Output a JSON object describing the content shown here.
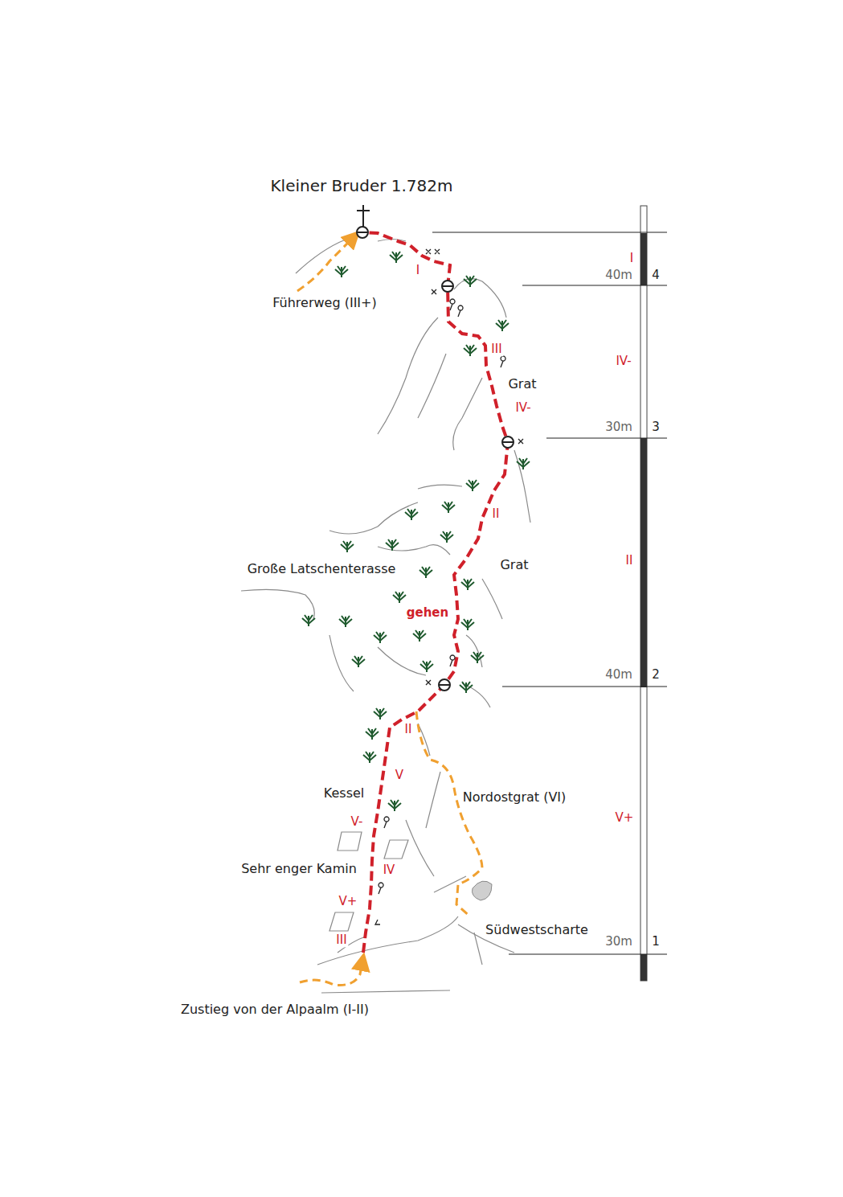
{
  "diagram": {
    "title": "Kleiner Bruder 1.782m",
    "labels": [
      "Führerweg (III+)",
      "I",
      "III",
      "Grat",
      "IV-",
      "II",
      "Grat",
      "Große Latschenterasse",
      "gehen",
      "II",
      "V",
      "Kessel",
      "Nordostgrat (VI)",
      "V-",
      "Sehr enger Kamin",
      "IV",
      "V+",
      "III",
      "Südwestscharte",
      "Zustieg von der Alpaalm (I-II)",
      "I",
      "40m",
      "4",
      "IV-",
      "30m",
      "3",
      "II",
      "40m",
      "2",
      "V+",
      "30m",
      "1"
    ]
  }
}
